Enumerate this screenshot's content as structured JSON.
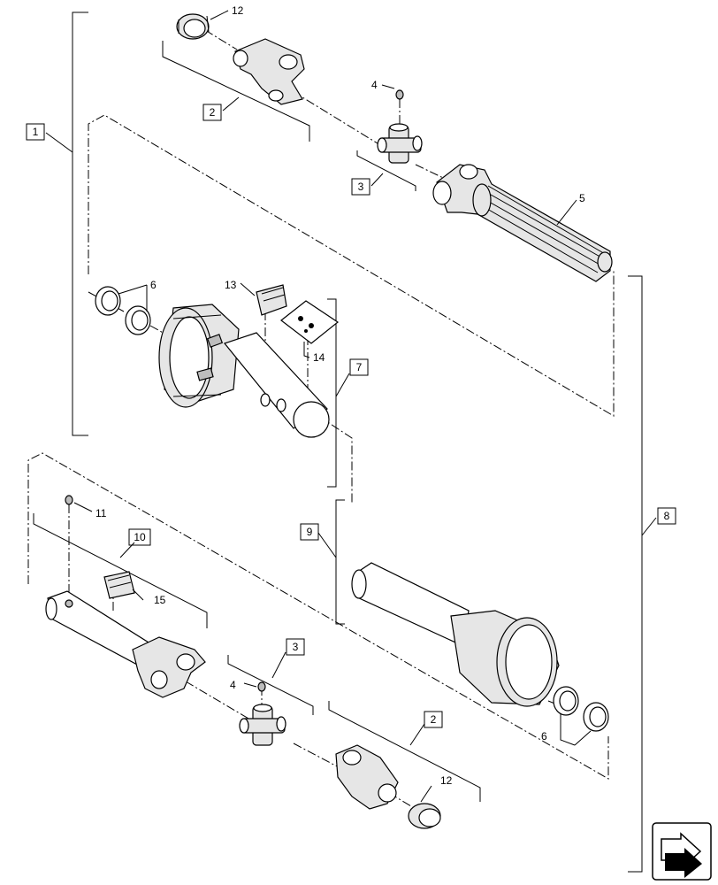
{
  "callouts": {
    "c1": "1",
    "c2_top": "2",
    "c2_bottom": "2",
    "c3_top": "3",
    "c3_bottom": "3",
    "c4_top": "4",
    "c4_bottom": "4",
    "c5": "5",
    "c6_top": "6",
    "c6_bottom": "6",
    "c7": "7",
    "c8": "8",
    "c9": "9",
    "c10": "10",
    "c11": "11",
    "c12_top": "12",
    "c12_bottom": "12",
    "c13": "13",
    "c14": "14",
    "c15": "15"
  },
  "nav": {
    "icon": "page-arrow-icon"
  }
}
